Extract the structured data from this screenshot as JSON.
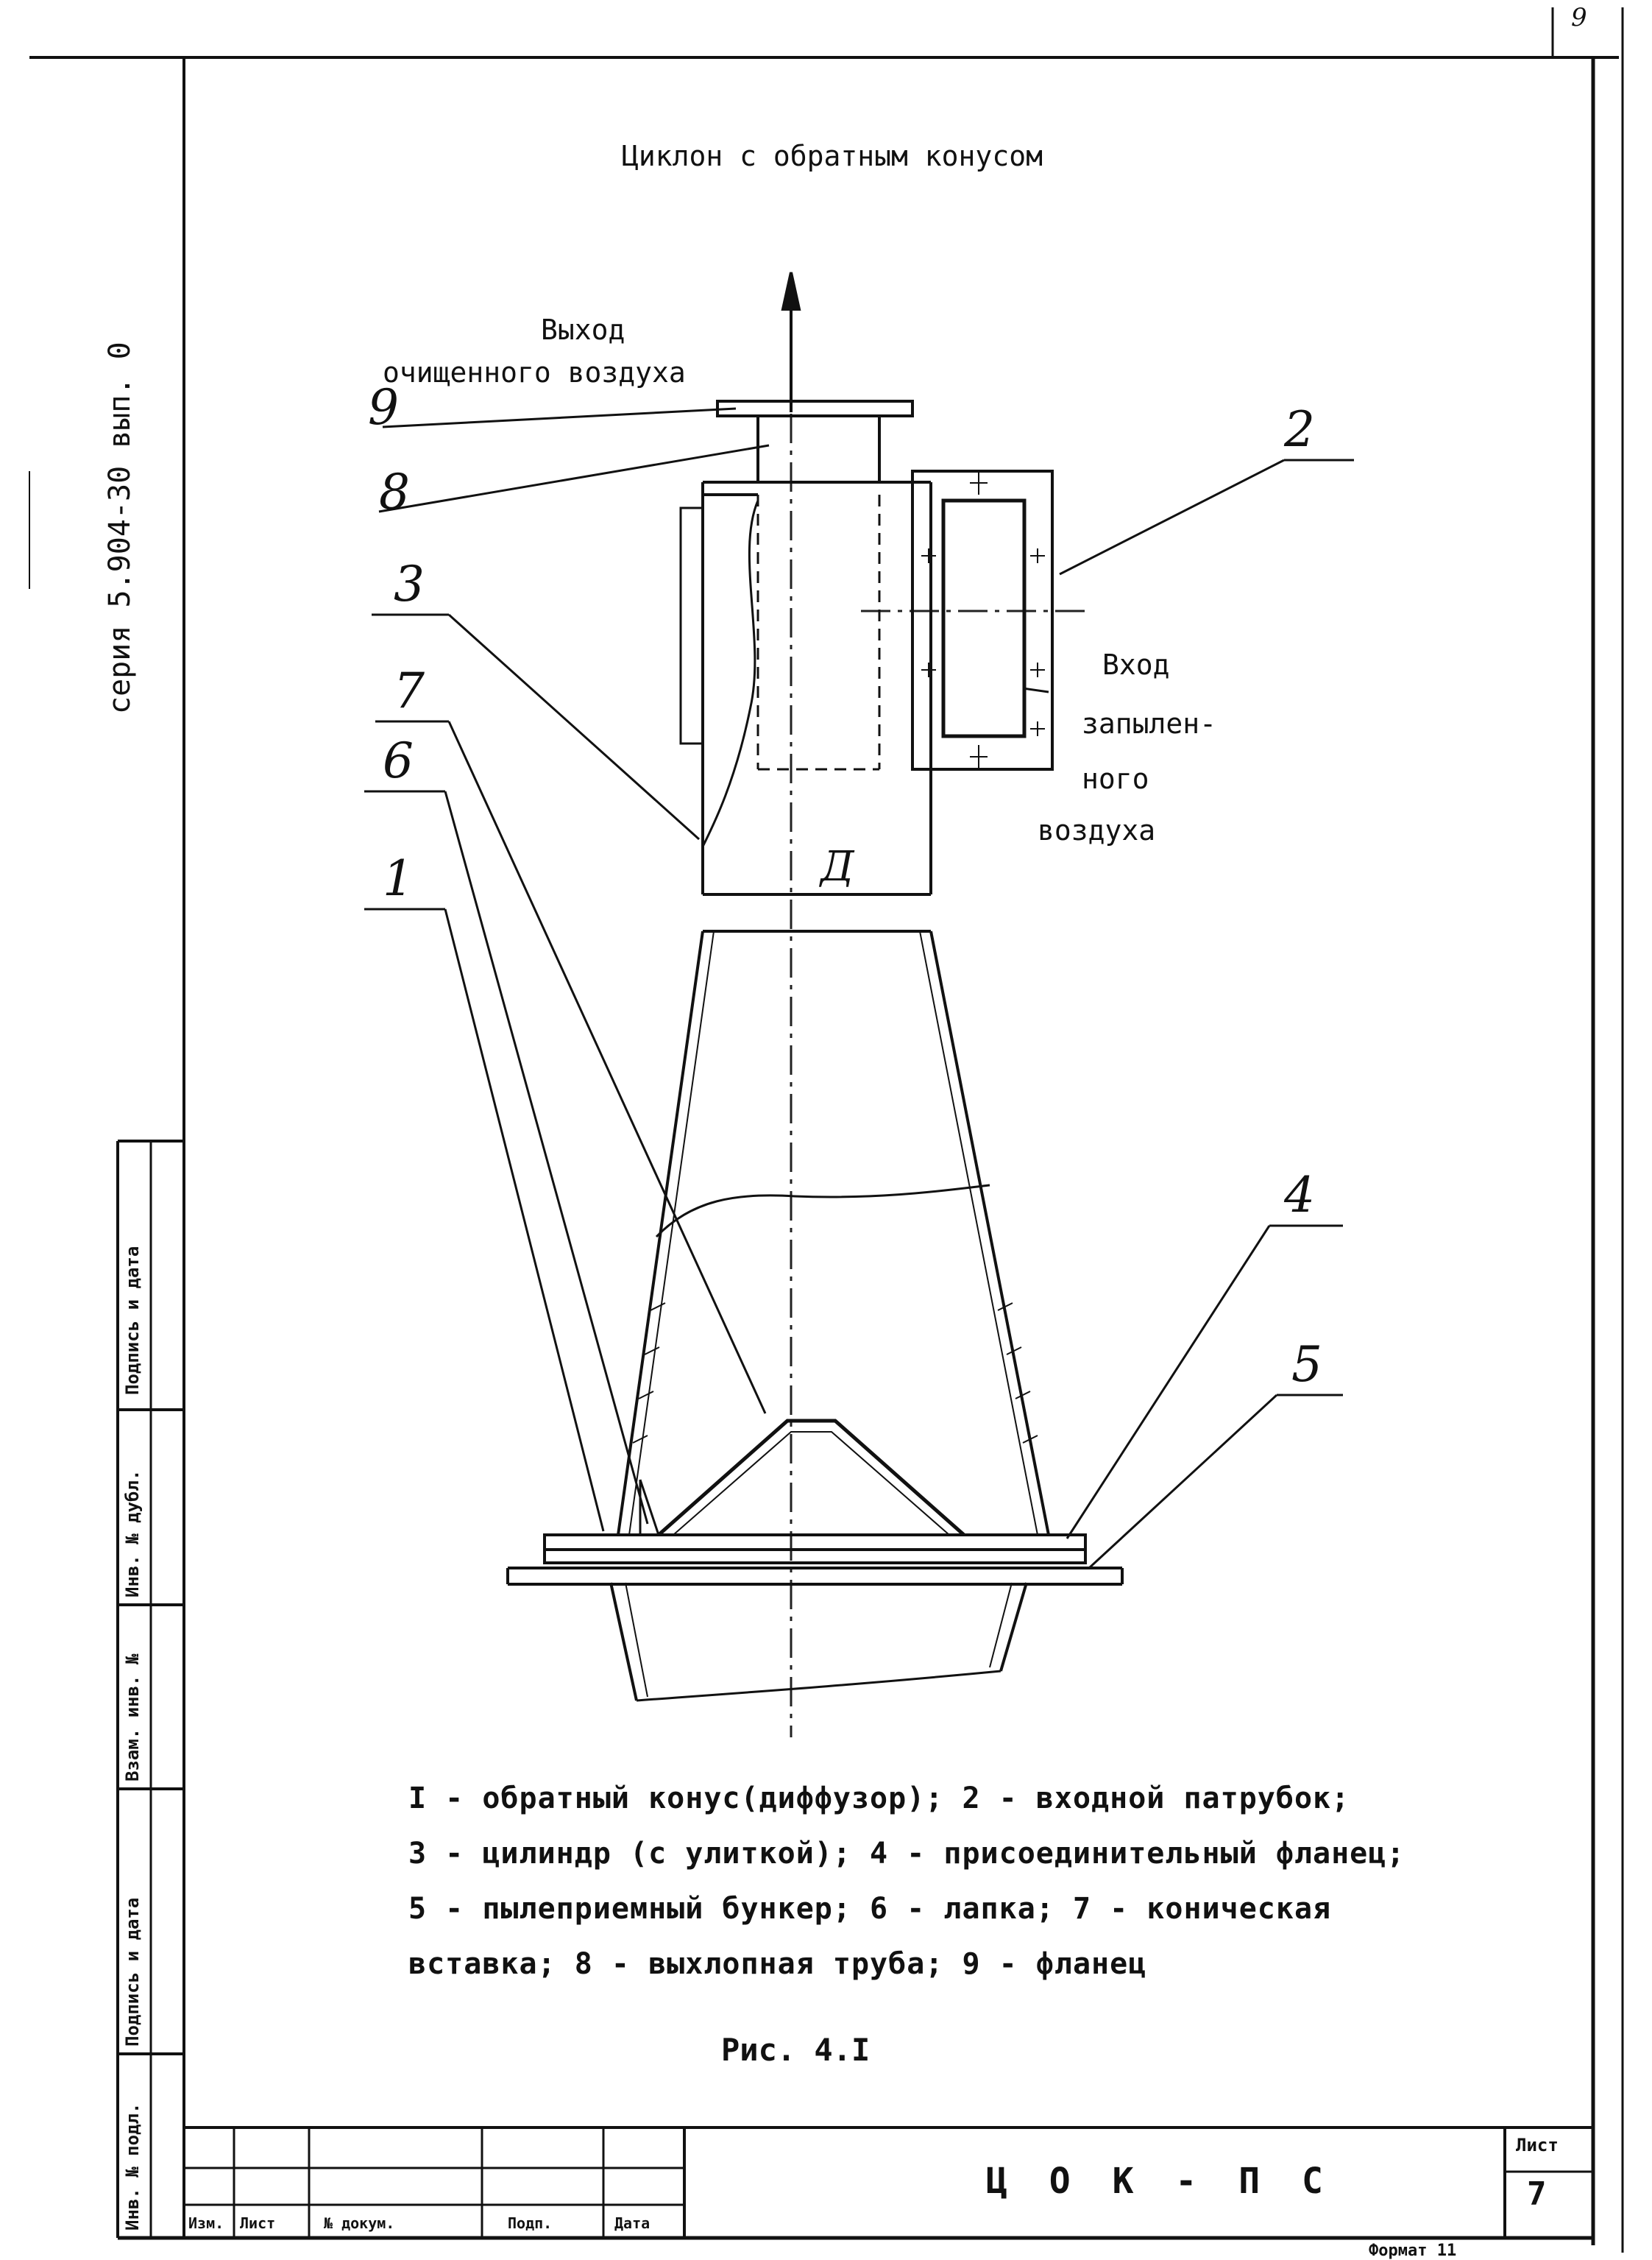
{
  "page_corner": "9",
  "title": "Циклон с обратным конусом",
  "series_text": "серия 5.904-30 вып. 0",
  "outlet_label": [
    "Выход",
    "очищенного воздуха"
  ],
  "inlet_label": [
    "Вход",
    "запылен-",
    "ного",
    "воздуха"
  ],
  "diameter_mark": "Д",
  "callouts": {
    "n9": "9",
    "n8": "8",
    "n2": "2",
    "n3": "3",
    "n7": "7",
    "n6": "6",
    "n1": "1",
    "n4": "4",
    "n5": "5"
  },
  "legend_lines": [
    "I - обратный конус(диффузор); 2 - входной патрубок;",
    "3 - цилиндр (с улиткой); 4 - присоединительный фланец;",
    "5 - пылеприемный бункер; 6 - лапка; 7 - коническая",
    "вставка; 8 - выхлопная труба; 9 - фланец"
  ],
  "figure_caption": "Рис. 4.I",
  "side_stamp": [
    "Подпись и дата",
    "Инв. № дубл.",
    "Взам. инв. №",
    "Подпись и дата",
    "Инв. № подл."
  ],
  "title_block": {
    "columns": [
      "Изм.",
      "Лист",
      "№ докум.",
      "Подп.",
      "Дата"
    ],
    "document_code": "Ц О К - П С",
    "sheet_label": "Лист",
    "sheet_number": "7",
    "format": "Формат 11"
  }
}
